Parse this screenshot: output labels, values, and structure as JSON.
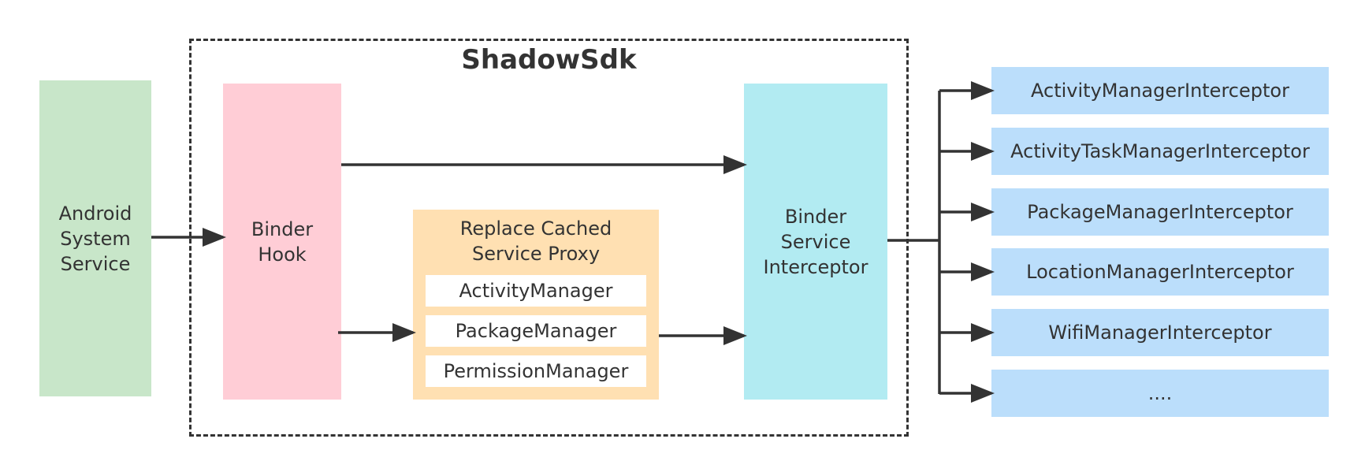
{
  "frame": {
    "title": "ShadowSdk"
  },
  "android_system_service": {
    "label": "Android\nSystem\nService"
  },
  "binder_hook": {
    "label": "Binder\nHook"
  },
  "replace_cached_service_proxy": {
    "title": "Replace Cached\nService Proxy",
    "managers": [
      "ActivityManager",
      "PackageManager",
      "PermissionManager"
    ]
  },
  "binder_service_interceptor": {
    "label": "Binder\nService\nInterceptor"
  },
  "interceptors": [
    "ActivityManagerInterceptor",
    "ActivityTaskManagerInterceptor",
    "PackageManagerInterceptor",
    "LocationManagerInterceptor",
    "WifiManagerInterceptor",
    "...."
  ],
  "colors": {
    "android_system_service": "#c8e6c9",
    "binder_hook": "#ffcdd6",
    "replace_cached_service_proxy": "#ffe0b2",
    "binder_service_interceptor": "#b2ebf2",
    "interceptor_item": "#bbdefb",
    "line": "#333333"
  }
}
